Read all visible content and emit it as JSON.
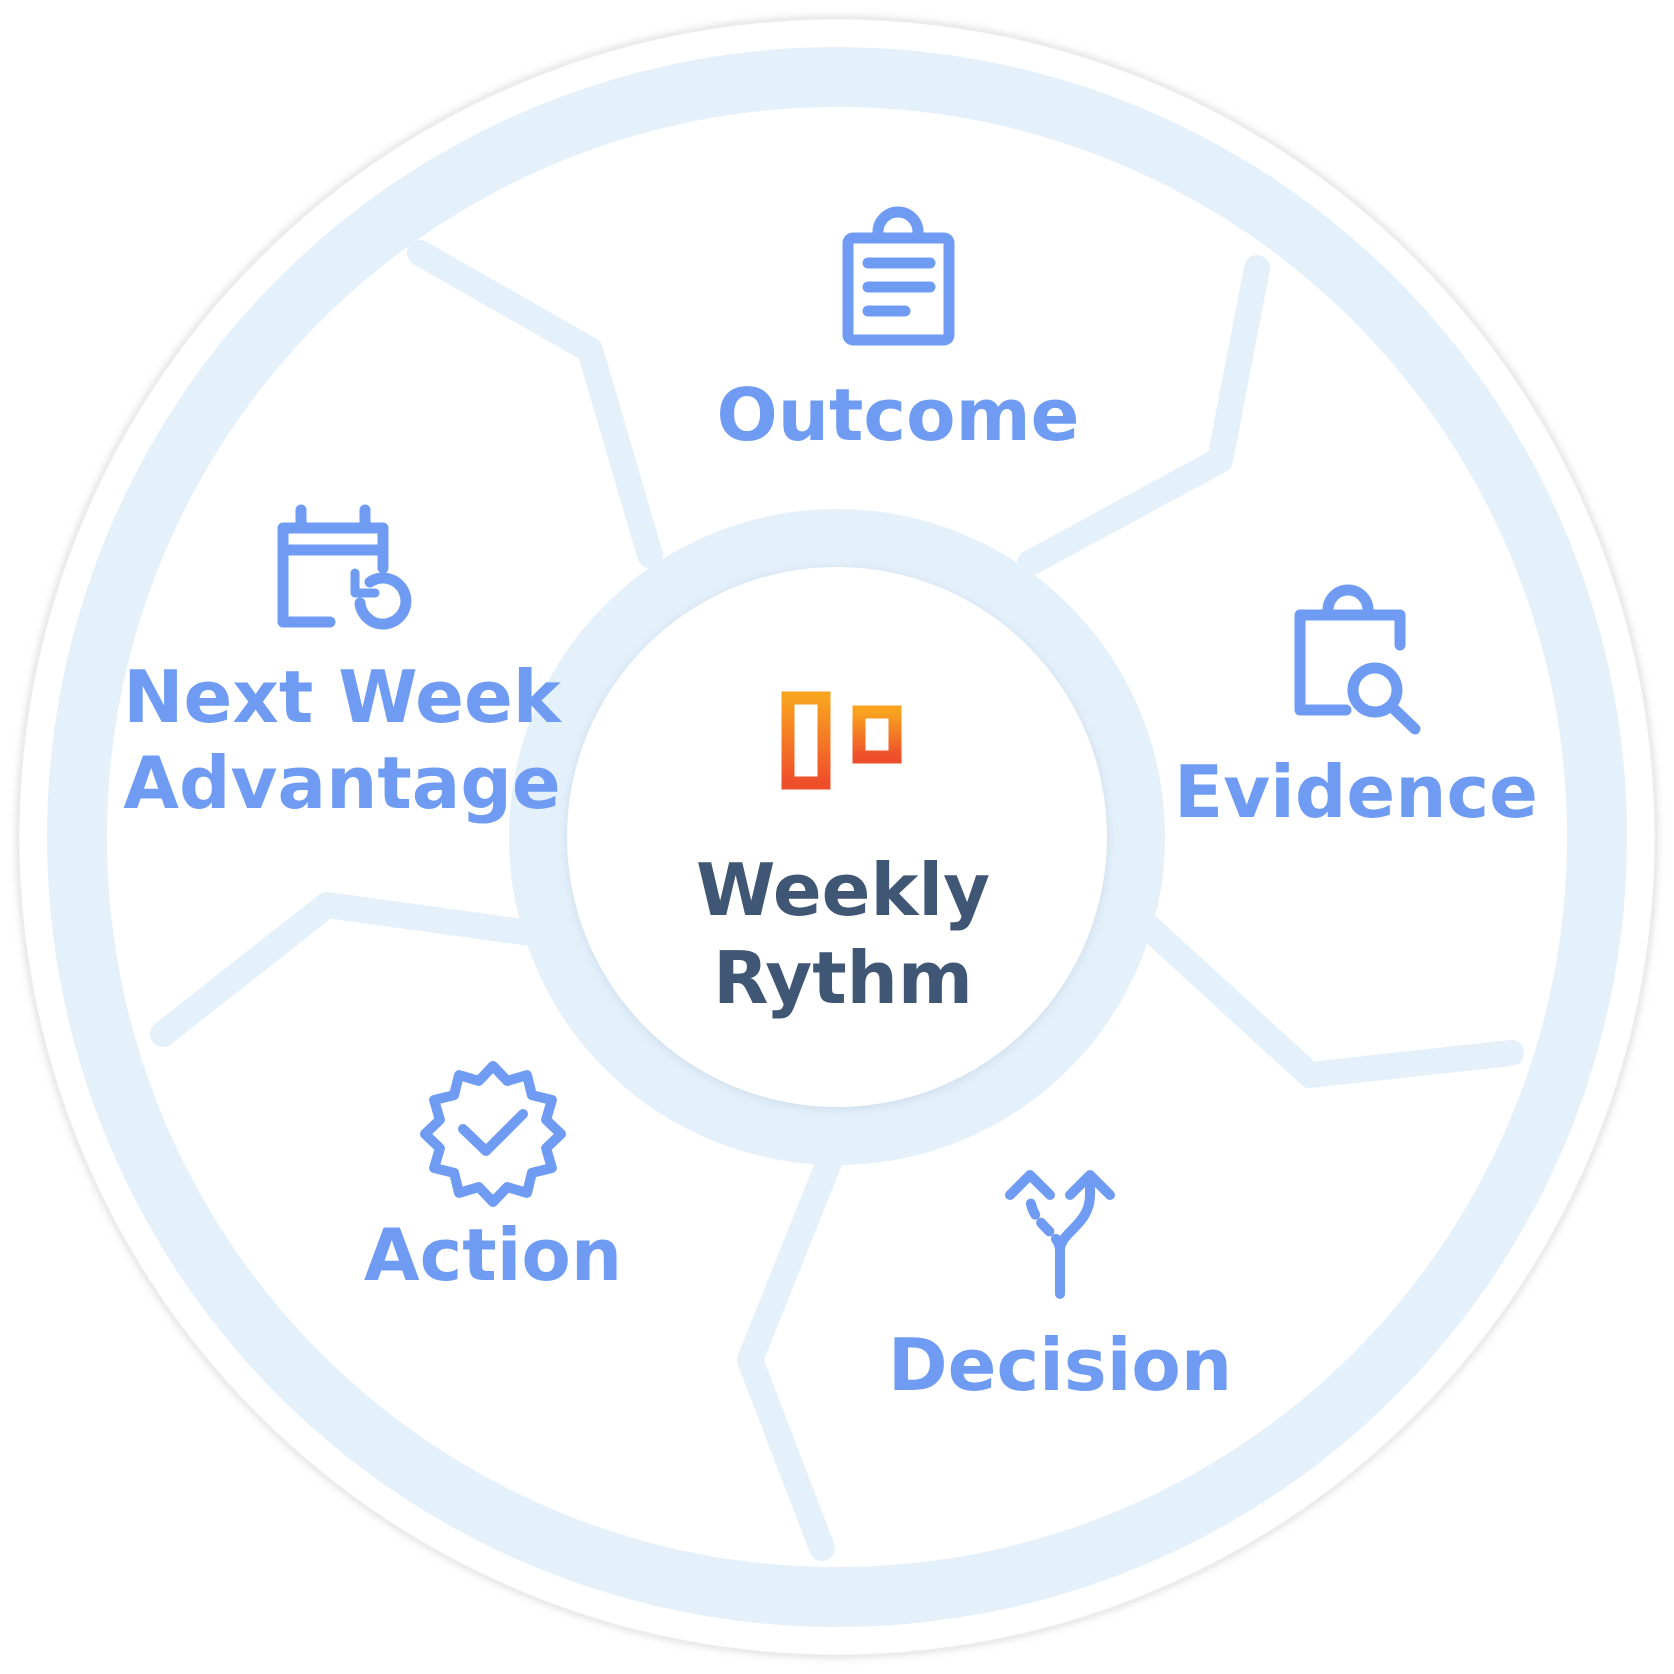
{
  "center": {
    "lines": [
      "Weekly",
      "Rythm"
    ],
    "icon": "candlestick-chart-icon"
  },
  "segments": [
    {
      "id": "outcome",
      "lines": [
        "Outcome"
      ],
      "icon": "clipboard-list-icon"
    },
    {
      "id": "evidence",
      "lines": [
        "Evidence"
      ],
      "icon": "clipboard-search-icon"
    },
    {
      "id": "decision",
      "lines": [
        "Decision"
      ],
      "icon": "fork-arrows-icon"
    },
    {
      "id": "action",
      "lines": [
        "Action"
      ],
      "icon": "verified-badge-icon"
    },
    {
      "id": "next-week-advantage",
      "lines": [
        "Next Week",
        "Advantage"
      ],
      "icon": "calendar-refresh-icon"
    }
  ],
  "colors": {
    "segment_label": "#6f9cf2",
    "icon": "#6f9cf2",
    "center_label": "#3f5674",
    "ring": "#e4f0fa",
    "outer_border": "#ececec",
    "center_icon_top": "#f9a31f",
    "center_icon_bottom": "#ef4e2b"
  }
}
